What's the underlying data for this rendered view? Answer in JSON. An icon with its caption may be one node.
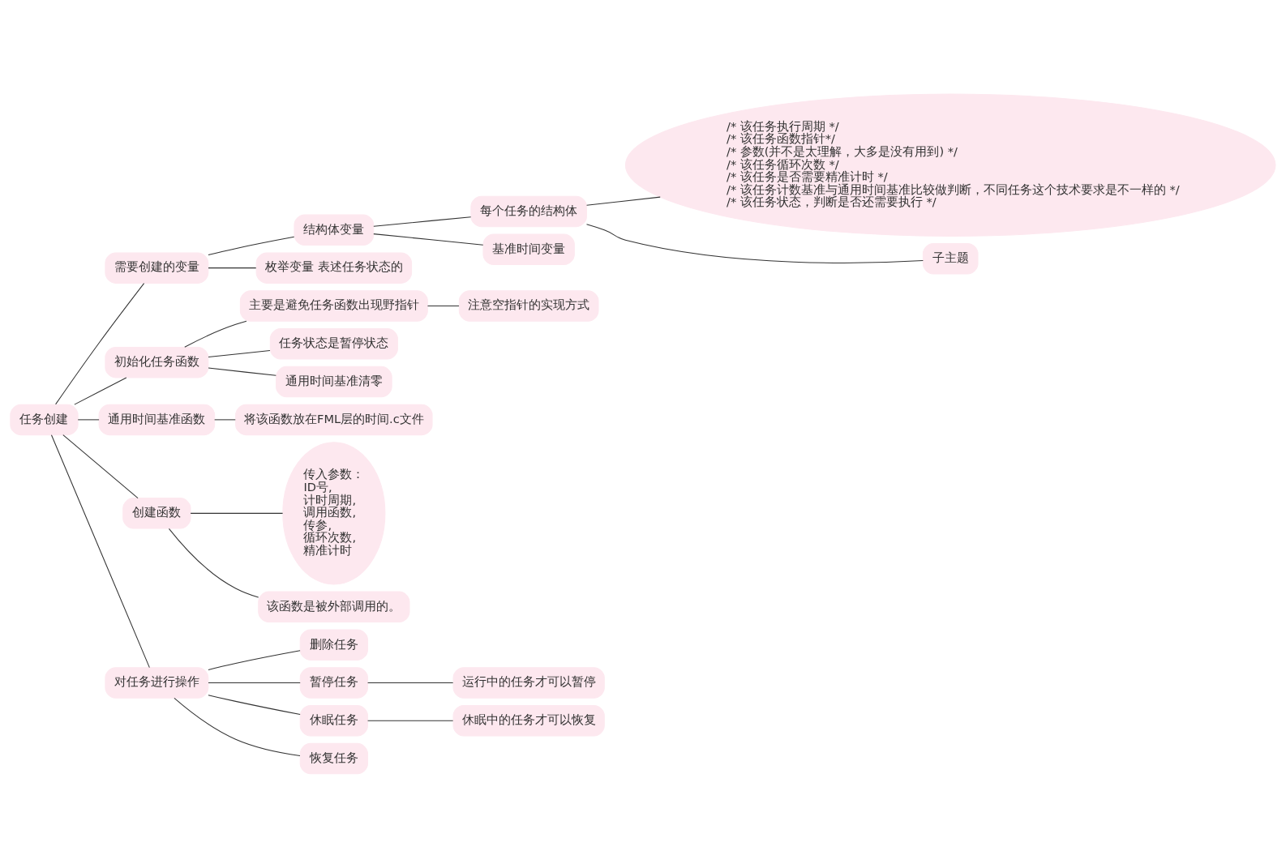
{
  "diagram": {
    "nodes": [
      {
        "text": [
          "任务创建"
        ]
      },
      {
        "text": [
          "需要创建的变量"
        ]
      },
      {
        "text": [
          "结构体变量"
        ]
      },
      {
        "text": [
          "每个任务的结构体"
        ]
      },
      {
        "text": [
          "/* 该任务执行周期 */",
          "/* 该任务函数指针*/",
          "/* 参数(并不是太理解，大多是没有用到) */",
          "/* 该任务循环次数 */",
          "/* 该任务是否需要精准计时 */",
          "/* 该任务计数基准与通用时间基准比较做判断，不同任务这个技术要求是不一样的 */",
          "/* 该任务状态，判断是否还需要执行 */"
        ]
      },
      {
        "text": [
          "子主题"
        ]
      },
      {
        "text": [
          "基准时间变量"
        ]
      },
      {
        "text": [
          "枚举变量 表述任务状态的"
        ]
      },
      {
        "text": [
          "初始化任务函数"
        ]
      },
      {
        "text": [
          "主要是避免任务函数出现野指针"
        ]
      },
      {
        "text": [
          "注意空指针的实现方式"
        ]
      },
      {
        "text": [
          "任务状态是暂停状态"
        ]
      },
      {
        "text": [
          "通用时间基准清零"
        ]
      },
      {
        "text": [
          "通用时间基准函数"
        ]
      },
      {
        "text": [
          "将该函数放在FML层的时间.c文件"
        ]
      },
      {
        "text": [
          "创建函数"
        ]
      },
      {
        "text": [
          "传入参数：",
          "ID号,",
          "计时周期,",
          "调用函数,",
          "传参,",
          "循环次数,",
          "精准计时"
        ]
      },
      {
        "text": [
          "该函数是被外部调用的。"
        ]
      },
      {
        "text": [
          "对任务进行操作"
        ]
      },
      {
        "text": [
          "删除任务"
        ]
      },
      {
        "text": [
          "暂停任务"
        ]
      },
      {
        "text": [
          "运行中的任务才可以暂停"
        ]
      },
      {
        "text": [
          "休眠任务"
        ]
      },
      {
        "text": [
          "休眠中的任务才可以恢复"
        ]
      },
      {
        "text": [
          "恢复任务"
        ]
      }
    ],
    "edges": [
      {
        "from": 0,
        "to": 1,
        "arrow": "none"
      },
      {
        "from": 1,
        "to": 2,
        "arrow": "none"
      },
      {
        "from": 2,
        "to": 3,
        "arrow": "none"
      },
      {
        "from": 3,
        "to": 4,
        "arrow": "none"
      },
      {
        "from": 3,
        "to": 5,
        "arrow": "none"
      },
      {
        "from": 2,
        "to": 6,
        "arrow": "none"
      },
      {
        "from": 1,
        "to": 7,
        "arrow": "none"
      },
      {
        "from": 0,
        "to": 8,
        "arrow": "none"
      },
      {
        "from": 8,
        "to": 9,
        "arrow": "none"
      },
      {
        "from": 9,
        "to": 10,
        "arrow": "none"
      },
      {
        "from": 8,
        "to": 11,
        "arrow": "none"
      },
      {
        "from": 8,
        "to": 12,
        "arrow": "none"
      },
      {
        "from": 0,
        "to": 13,
        "arrow": "none"
      },
      {
        "from": 13,
        "to": 14,
        "arrow": "none"
      },
      {
        "from": 0,
        "to": 15,
        "arrow": "none"
      },
      {
        "from": 15,
        "to": 16,
        "arrow": "none"
      },
      {
        "from": 15,
        "to": 17,
        "arrow": "none"
      },
      {
        "from": 0,
        "to": 18,
        "arrow": "none"
      },
      {
        "from": 18,
        "to": 19,
        "arrow": "none"
      },
      {
        "from": 18,
        "to": 20,
        "arrow": "none"
      },
      {
        "from": 20,
        "to": 21,
        "arrow": "none"
      },
      {
        "from": 18,
        "to": 22,
        "arrow": "none"
      },
      {
        "from": 22,
        "to": 23,
        "arrow": "none"
      },
      {
        "from": 18,
        "to": 24,
        "arrow": "none"
      }
    ]
  }
}
